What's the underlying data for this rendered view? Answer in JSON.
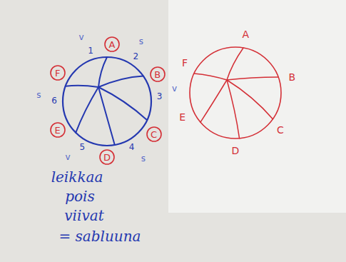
{
  "diagram": {
    "nodes": [
      {
        "text": [
          "A"
        ]
      },
      {
        "text": [
          "B"
        ]
      },
      {
        "text": [
          "C"
        ]
      },
      {
        "text": [
          "D"
        ]
      },
      {
        "text": [
          "E"
        ]
      },
      {
        "text": [
          "F"
        ]
      }
    ],
    "labels": [
      "1",
      "2",
      "3",
      "4",
      "5",
      "6",
      "v",
      "s",
      "v",
      "s",
      "v",
      "s",
      "leikkaa",
      "pois",
      "viivat",
      "= sabluuna",
      "A",
      "B",
      "C",
      "D",
      "E",
      "F"
    ]
  }
}
